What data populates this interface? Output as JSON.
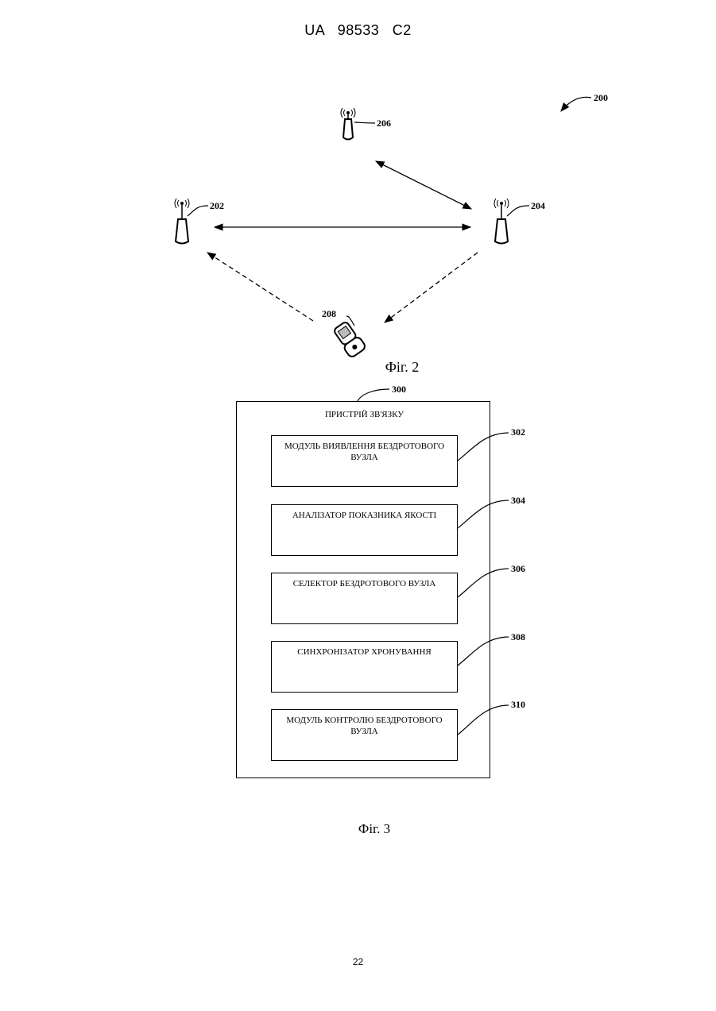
{
  "header": {
    "doc_id": "UA   98533   C2"
  },
  "figure2": {
    "caption": "Фіг. 2",
    "refs": {
      "system": "200",
      "node_left": "202",
      "node_right": "204",
      "node_top": "206",
      "handset": "208"
    }
  },
  "figure3": {
    "caption": "Фіг. 3",
    "device": {
      "ref": "300",
      "title": "ПРИСТРІЙ ЗВ'ЯЗКУ"
    },
    "modules": [
      {
        "ref": "302",
        "label": "МОДУЛЬ ВИЯВЛЕННЯ БЕЗДРОТОВОГО ВУЗЛА"
      },
      {
        "ref": "304",
        "label": "АНАЛІЗАТОР ПОКАЗНИКА ЯКОСТІ"
      },
      {
        "ref": "306",
        "label": "СЕЛЕКТОР БЕЗДРОТОВОГО ВУЗЛА"
      },
      {
        "ref": "308",
        "label": "СИНХРОНІЗАТОР ХРОНУВАННЯ"
      },
      {
        "ref": "310",
        "label": "МОДУЛЬ КОНТРОЛЮ БЕЗДРОТОВОГО ВУЗЛА"
      }
    ]
  },
  "footer": {
    "page_number": "22"
  }
}
